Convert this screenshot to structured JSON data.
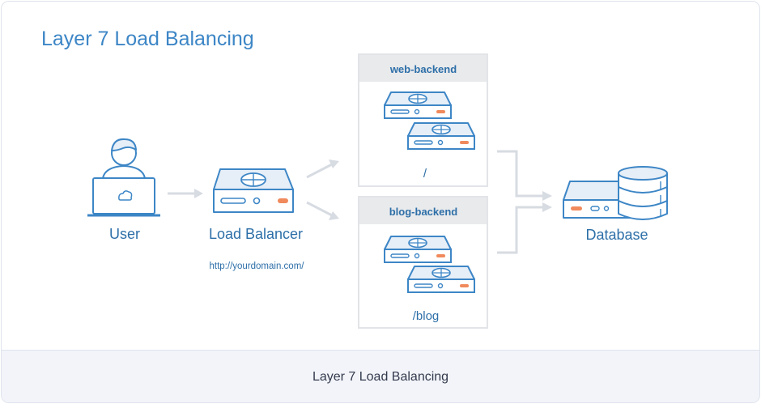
{
  "diagram": {
    "title": "Layer 7 Load Balancing",
    "user_label": "User",
    "load_balancer_label": "Load Balancer",
    "url": "http://yourdomain.com/",
    "web_backend": {
      "title": "web-backend",
      "path": "/"
    },
    "blog_backend": {
      "title": "blog-backend",
      "path": "/blog"
    },
    "database_label": "Database"
  },
  "caption": "Layer 7 Load Balancing",
  "colors": {
    "title_blue": "#3d86c6",
    "label_blue": "#2d6fa8",
    "server_face": "#e6eef7",
    "server_stroke": "#3d86c6",
    "accent_orange": "#f08a5d",
    "arrow_gray": "#d7dbe2",
    "panel_header": "#e9eaec"
  }
}
